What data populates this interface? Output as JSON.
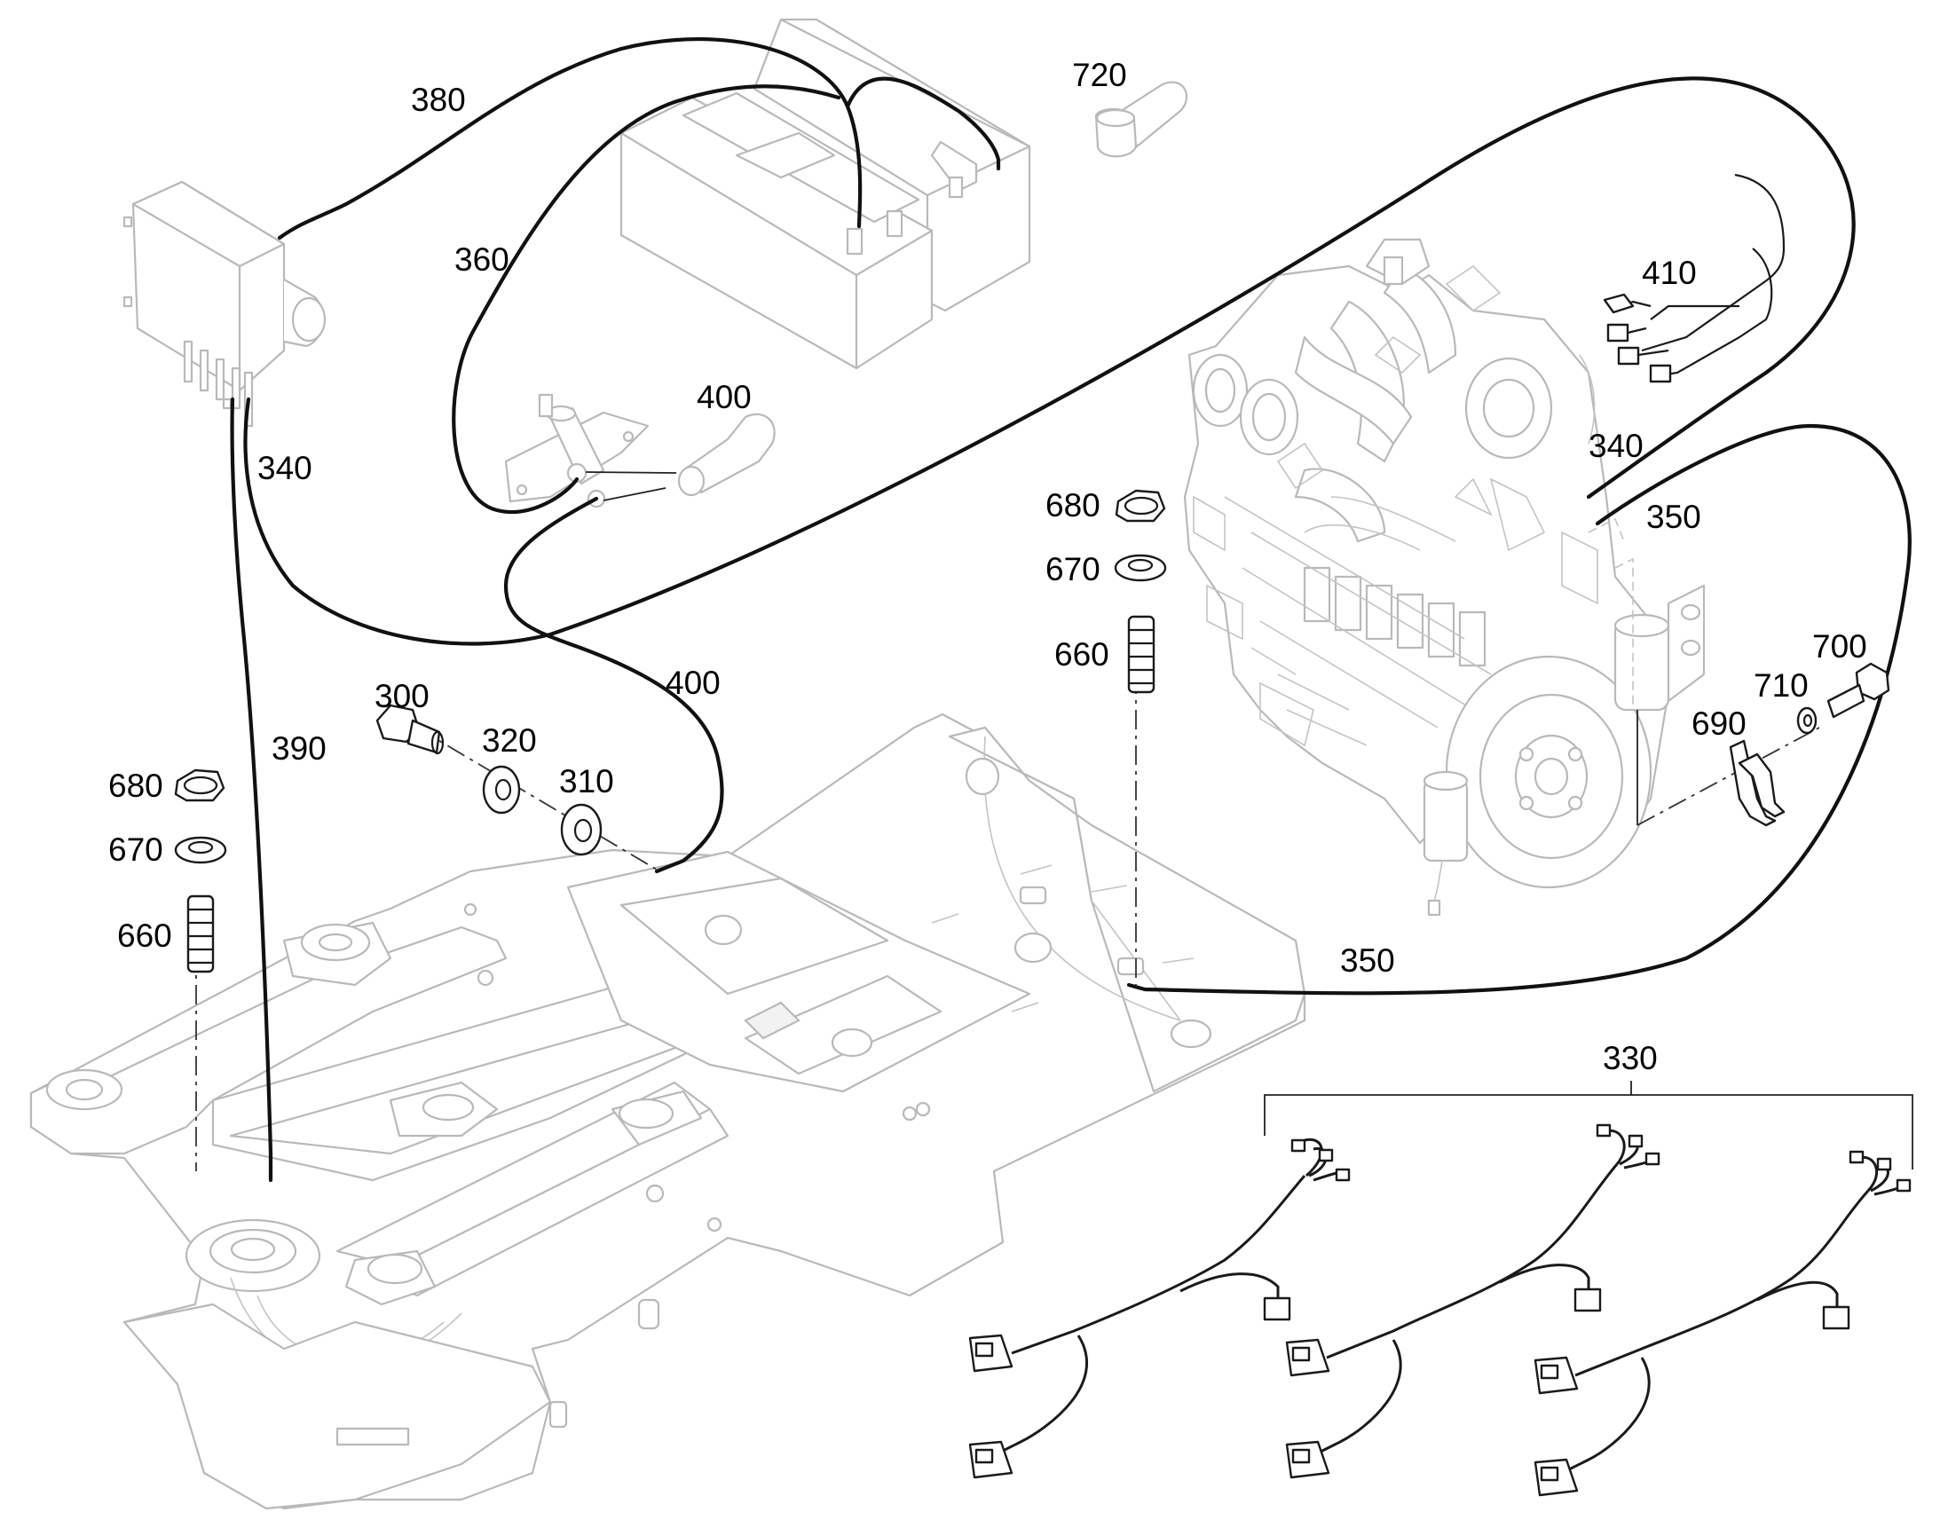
{
  "callouts": {
    "c380": "380",
    "c360": "360",
    "c720": "720",
    "c400_top": "400",
    "c340_left": "340",
    "c410": "410",
    "c340_right": "340",
    "c350_top": "350",
    "c680_right": "680",
    "c670_right": "670",
    "c660_right": "660",
    "c700": "700",
    "c710": "710",
    "c690": "690",
    "c300": "300",
    "c320": "320",
    "c310": "310",
    "c400_mid": "400",
    "c390": "390",
    "c680_left": "680",
    "c670_left": "670",
    "c660_left": "660",
    "c350_bottom": "350",
    "c330": "330"
  },
  "icons": [
    "battery",
    "battery-disconnect-switch",
    "terminal-cap",
    "relay-box",
    "engine",
    "frame",
    "bolt",
    "washer",
    "nut",
    "stud",
    "clip",
    "wiring-harness",
    "sensor-harness"
  ]
}
